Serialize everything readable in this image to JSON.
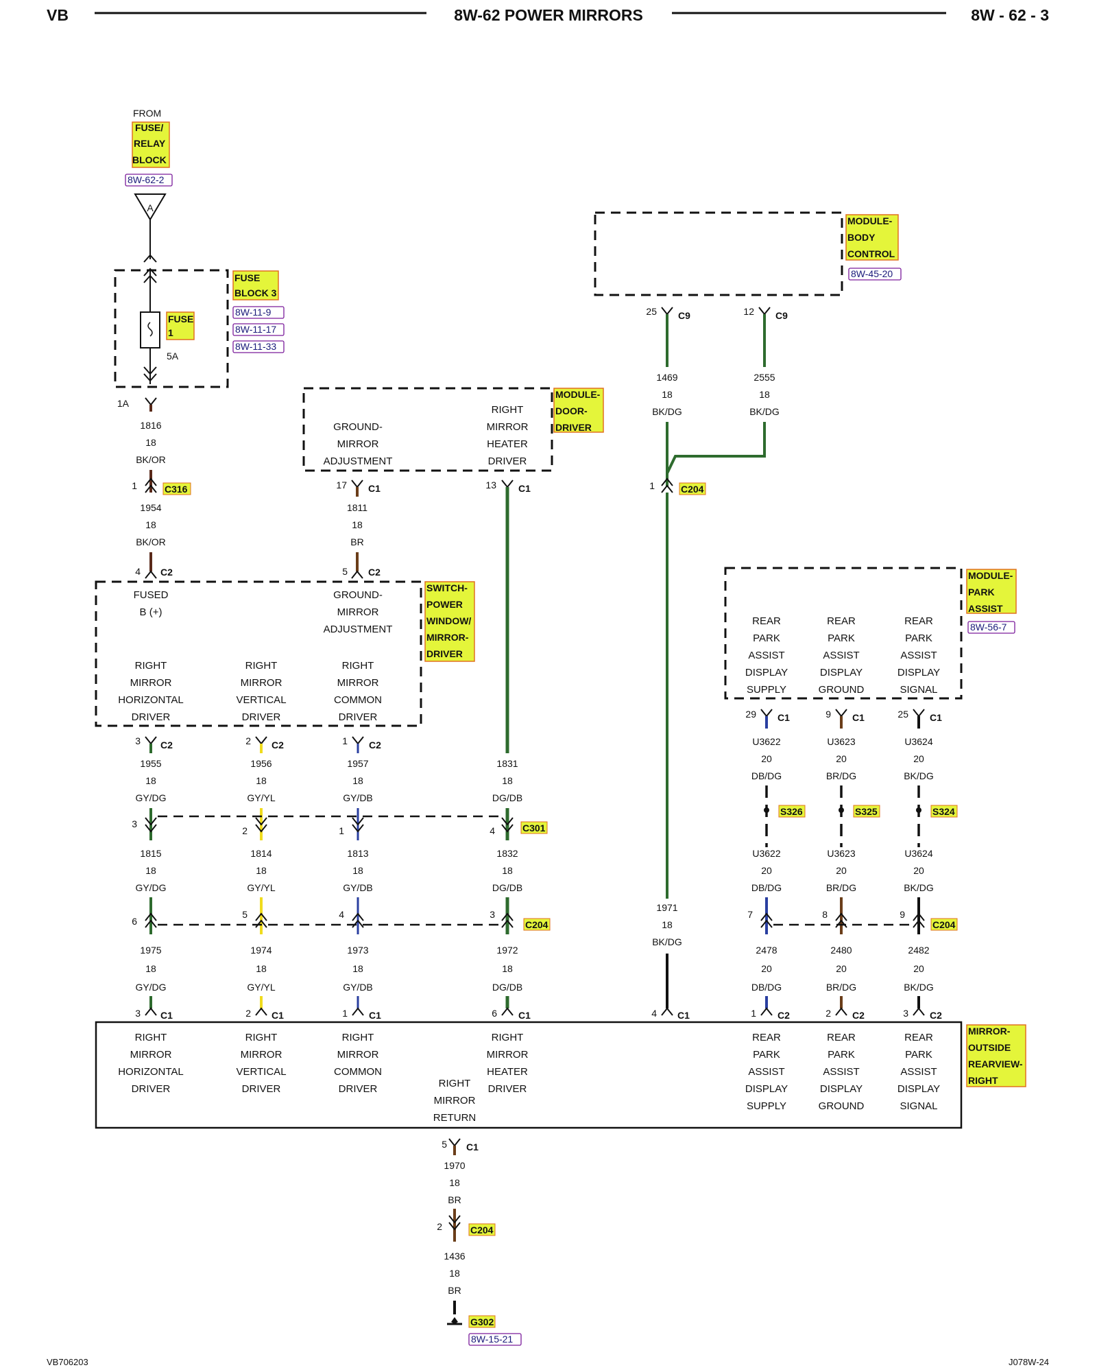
{
  "header": {
    "left": "VB",
    "title": "8W-62 POWER MIRRORS",
    "right": "8W - 62 - 3"
  },
  "footer": {
    "left": "VB706203",
    "right": "J078W-24"
  },
  "source": {
    "from": "FROM",
    "tag": [
      "FUSE/",
      "RELAY",
      "BLOCK"
    ],
    "ref": "8W-62-2",
    "splice": "A"
  },
  "fuse_block": {
    "tag": [
      "FUSE",
      "BLOCK 3"
    ],
    "refs": [
      "8W-11-9",
      "8W-11-17",
      "8W-11-33"
    ],
    "fuse_tag": [
      "FUSE",
      "1"
    ],
    "rating": "5A"
  },
  "modules": {
    "body_control": {
      "tag": [
        "MODULE-",
        "BODY",
        "CONTROL"
      ],
      "ref": "8W-45-20"
    },
    "door_driver": {
      "tag": [
        "MODULE-",
        "DOOR-",
        "DRIVER"
      ],
      "pins": [
        "GROUND-\nMIRROR\nADJUSTMENT",
        "RIGHT\nMIRROR\nHEATER\nDRIVER"
      ]
    },
    "switch": {
      "tag": [
        "SWITCH-",
        "POWER",
        "WINDOW/",
        "MIRROR-",
        "DRIVER"
      ],
      "top_pins": [
        "FUSED\nB (+)",
        "GROUND-\nMIRROR\nADJUSTMENT"
      ],
      "bottom_pins": [
        "RIGHT\nMIRROR\nHORIZONTAL\nDRIVER",
        "RIGHT\nMIRROR\nVERTICAL\nDRIVER",
        "RIGHT\nMIRROR\nCOMMON\nDRIVER"
      ]
    },
    "park_assist": {
      "tag": [
        "MODULE-",
        "PARK",
        "ASSIST"
      ],
      "ref": "8W-56-7",
      "pins": [
        "REAR\nPARK\nASSIST\nDISPLAY\nSUPPLY",
        "REAR\nPARK\nASSIST\nDISPLAY\nGROUND",
        "REAR\nPARK\nASSIST\nDISPLAY\nSIGNAL"
      ]
    },
    "mirror": {
      "tag": [
        "MIRROR-",
        "OUTSIDE",
        "REARVIEW-",
        "RIGHT"
      ],
      "pins": [
        "RIGHT\nMIRROR\nHORIZONTAL\nDRIVER",
        "RIGHT\nMIRROR\nVERTICAL\nDRIVER",
        "RIGHT\nMIRROR\nCOMMON\nDRIVER",
        "RIGHT\nMIRROR\nRETURN",
        "RIGHT\nMIRROR\nHEATER\nDRIVER",
        "REAR\nPARK\nASSIST\nDISPLAY\nSUPPLY",
        "REAR\nPARK\nASSIST\nDISPLAY\nGROUND",
        "REAR\nPARK\nASSIST\nDISPLAY\nSIGNAL"
      ]
    }
  },
  "connectors": {
    "c316": "C316",
    "c301": "C301",
    "c204": "C204",
    "c1": "C1",
    "c2": "C2",
    "c9": "C9",
    "s326": "S326",
    "s325": "S325",
    "s324": "S324",
    "g302": "G302",
    "g302_ref": "8W-15-21"
  },
  "wires": {
    "w1816": [
      "1816",
      "18",
      "BK/OR"
    ],
    "w1954": [
      "1954",
      "18",
      "BK/OR"
    ],
    "w1811": [
      "1811",
      "18",
      "BR"
    ],
    "w1469": [
      "1469",
      "18",
      "BK/DG"
    ],
    "w2555": [
      "2555",
      "18",
      "BK/DG"
    ],
    "w1955": [
      "1955",
      "18",
      "GY/DG"
    ],
    "w1956": [
      "1956",
      "18",
      "GY/YL"
    ],
    "w1957": [
      "1957",
      "18",
      "GY/DB"
    ],
    "w1831": [
      "1831",
      "18",
      "DG/DB"
    ],
    "w1815": [
      "1815",
      "18",
      "GY/DG"
    ],
    "w1814": [
      "1814",
      "18",
      "GY/YL"
    ],
    "w1813": [
      "1813",
      "18",
      "GY/DB"
    ],
    "w1832": [
      "1832",
      "18",
      "DG/DB"
    ],
    "w1975": [
      "1975",
      "18",
      "GY/DG"
    ],
    "w1974": [
      "1974",
      "18",
      "GY/YL"
    ],
    "w1973": [
      "1973",
      "18",
      "GY/DB"
    ],
    "w1972": [
      "1972",
      "18",
      "DG/DB"
    ],
    "w1971": [
      "1971",
      "18",
      "BK/DG"
    ],
    "wU3622a": [
      "U3622",
      "20",
      "DB/DG"
    ],
    "wU3623a": [
      "U3623",
      "20",
      "BR/DG"
    ],
    "wU3624a": [
      "U3624",
      "20",
      "BK/DG"
    ],
    "wU3622b": [
      "U3622",
      "20",
      "DB/DG"
    ],
    "wU3623b": [
      "U3623",
      "20",
      "BR/DG"
    ],
    "wU3624b": [
      "U3624",
      "20",
      "BK/DG"
    ],
    "w2478": [
      "2478",
      "20",
      "DB/DG"
    ],
    "w2480": [
      "2480",
      "20",
      "BR/DG"
    ],
    "w2482": [
      "2482",
      "20",
      "BK/DG"
    ],
    "w1970": [
      "1970",
      "18",
      "BR"
    ],
    "w1436": [
      "1436",
      "18",
      "BR"
    ]
  },
  "pins": {
    "p1A": "1A",
    "p1_c316": "1",
    "p4_c2": "4",
    "p5_c2": "5",
    "p17": "17",
    "p13": "13",
    "p25_c9": "25",
    "p12_c9": "12",
    "p1_c204": "1",
    "p3_c2": "3",
    "p2_c2": "2",
    "p1_c2": "1",
    "p3_c301": "3",
    "p2_c301": "2",
    "p1_c301": "1",
    "p4_c301": "4",
    "p6_c204": "6",
    "p5_c204": "5",
    "p4_c204": "4",
    "p3_c204": "3",
    "p7_c204": "7",
    "p8_c204": "8",
    "p9_c204": "9",
    "p29": "29",
    "p9": "9",
    "p25": "25",
    "p3_c1": "3",
    "p2_c1": "2",
    "p1_c1": "1",
    "p6_c1": "6",
    "p4_c1": "4",
    "p1_c2m": "1",
    "p2_c2m": "2",
    "p3_c2m": "3",
    "p5_c1": "5",
    "p2_c204g": "2"
  },
  "colors": {
    "tag_fill": "#e4f53a",
    "tag_border": "#e07020",
    "ref_border": "#7a1a9a",
    "BK": "#111111",
    "OR": "#c07020",
    "GY": "#9a9a9a",
    "DG": "#2e6b2e",
    "YL": "#f0dc1e",
    "DB": "#2a3fa0",
    "BR": "#6b3e1a"
  }
}
